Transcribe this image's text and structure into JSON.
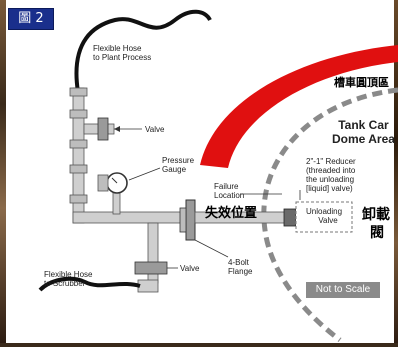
{
  "badge": "圖 2",
  "labels": {
    "hose_plant": [
      "Flexible Hose",
      "to Plant Process"
    ],
    "valve_top": "Valve",
    "gauge": [
      "Pressure",
      "Gauge"
    ],
    "failure": [
      "Failure",
      "Location"
    ],
    "failure_cjk": "失效位置",
    "valve_bottom": "Valve",
    "flange": [
      "4-Bolt",
      "Flange"
    ],
    "hose_scrubber": [
      "Flexible Hose",
      "to Scrubber"
    ],
    "dome_area": [
      "Tank Car",
      "Dome Area"
    ],
    "dome_cjk": "槽車圓頂區",
    "reducer": [
      "2\"-1\" Reducer",
      "(threaded into",
      "the unloading",
      "[liquid] valve)"
    ],
    "unloading_valve": [
      "Unloading",
      "Valve"
    ],
    "unloading_cjk": [
      "卸載",
      "閥"
    ],
    "not_to_scale": "Not to Scale"
  },
  "colors": {
    "pipe": "#cfcfcf",
    "pipe_edge": "#555555",
    "red_arc": "#e01010",
    "dome_dash": "#888888",
    "badge_bg": "#1a2f8c"
  }
}
